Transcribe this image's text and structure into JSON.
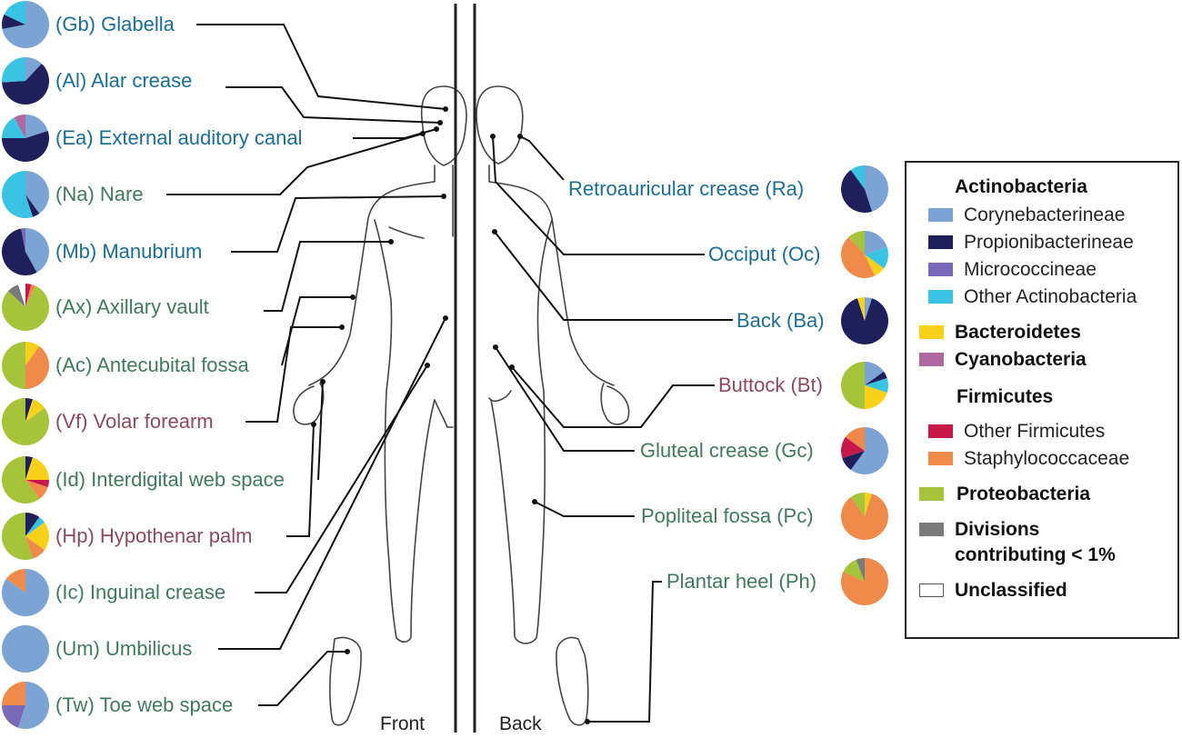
{
  "colors": {
    "coryne": "#7ba3d4",
    "propioni": "#1f1f5c",
    "micrococc": "#7a68b8",
    "otherActino": "#3ac3e3",
    "bacteroidetes": "#f9d11b",
    "cyanobacteria": "#b068a0",
    "otherFirmicutes": "#c8184a",
    "staph": "#f08a4b",
    "proteo": "#a5c43a",
    "minor": "#7a7a7a",
    "unclassified": "#ffffff"
  },
  "front_sites": [
    {
      "label": "(Gb) Glabella",
      "color": "blue",
      "pie": {
        "coryne": 0.72,
        "propioni": 0.1,
        "otherActino": 0.18
      }
    },
    {
      "label": "(Al) Alar crease",
      "color": "blue",
      "pie": {
        "propioni": 0.62,
        "coryne": 0.12,
        "otherActino": 0.26
      }
    },
    {
      "label": "(Ea) External auditory canal",
      "color": "blue",
      "pie": {
        "propioni": 0.55,
        "coryne": 0.2,
        "otherActino": 0.17,
        "cyanobacteria": 0.08
      }
    },
    {
      "label": "(Na) Nare",
      "color": "green",
      "pie": {
        "otherActino": 0.55,
        "coryne": 0.4,
        "propioni": 0.05
      }
    },
    {
      "label": "(Mb) Manubrium",
      "color": "blue",
      "pie": {
        "propioni": 0.55,
        "coryne": 0.42,
        "micrococc": 0.03
      }
    },
    {
      "label": "(Ax) Axillary vault",
      "color": "green",
      "pie": {
        "proteo": 0.8,
        "minor": 0.08,
        "unclassified": 0.05,
        "otherFirmicutes": 0.04,
        "staph": 0.03
      }
    },
    {
      "label": "(Ac) Antecubital fossa",
      "color": "green",
      "pie": {
        "staph": 0.4,
        "proteo": 0.5,
        "bacteroidetes": 0.1
      }
    },
    {
      "label": "(Vf) Volar forearm",
      "color": "mauve",
      "pie": {
        "proteo": 0.85,
        "bacteroidetes": 0.1,
        "propioni": 0.05
      }
    },
    {
      "label": "(Id) Interdigital web space",
      "color": "green",
      "pie": {
        "proteo": 0.6,
        "bacteroidetes": 0.2,
        "staph": 0.1,
        "otherFirmicutes": 0.05,
        "propioni": 0.05
      }
    },
    {
      "label": "(Hp) Hypothenar palm",
      "color": "mauve",
      "pie": {
        "proteo": 0.55,
        "bacteroidetes": 0.2,
        "staph": 0.1,
        "propioni": 0.1,
        "otherActino": 0.05
      }
    },
    {
      "label": "(Ic) Inguinal crease",
      "color": "green",
      "pie": {
        "coryne": 0.85,
        "staph": 0.15
      }
    },
    {
      "label": "(Um) Umbilicus",
      "color": "green",
      "pie": {
        "coryne": 1.0
      }
    },
    {
      "label": "(Tw) Toe web space",
      "color": "green",
      "pie": {
        "coryne": 0.55,
        "micrococc": 0.2,
        "staph": 0.25
      }
    }
  ],
  "back_sites": [
    {
      "label": "Retroauricular crease (Ra)",
      "color": "blue",
      "pie": {
        "coryne": 0.45,
        "propioni": 0.45,
        "otherActino": 0.1
      }
    },
    {
      "label": "Occiput (Oc)",
      "color": "blue",
      "pie": {
        "staph": 0.45,
        "coryne": 0.2,
        "otherActino": 0.15,
        "bacteroidetes": 0.08,
        "proteo": 0.12
      }
    },
    {
      "label": "Back (Ba)",
      "color": "blue",
      "pie": {
        "propioni": 0.9,
        "bacteroidetes": 0.05,
        "coryne": 0.05
      }
    },
    {
      "label": "Buttock (Bt)",
      "color": "mauve",
      "pie": {
        "proteo": 0.5,
        "bacteroidetes": 0.2,
        "coryne": 0.15,
        "otherActino": 0.1,
        "propioni": 0.05
      }
    },
    {
      "label": "Gluteal crease (Gc)",
      "color": "green",
      "pie": {
        "coryne": 0.6,
        "otherFirmicutes": 0.15,
        "propioni": 0.1,
        "staph": 0.15
      }
    },
    {
      "label": "Popliteal fossa (Pc)",
      "color": "green",
      "pie": {
        "staph": 0.85,
        "proteo": 0.1,
        "bacteroidetes": 0.05
      }
    },
    {
      "label": "Plantar heel (Ph)",
      "color": "green",
      "pie": {
        "staph": 0.82,
        "proteo": 0.12,
        "minor": 0.06
      }
    }
  ],
  "views": {
    "front": "Front",
    "back": "Back"
  },
  "legend": {
    "actino_header": "Actinobacteria",
    "coryne": "Corynebacterineae",
    "propioni": "Propionibacterineae",
    "micrococc": "Micrococcineae",
    "otherActino": "Other Actinobacteria",
    "bacteroidetes": "Bacteroidetes",
    "cyanobacteria": "Cyanobacteria",
    "firmicutes_header": "Firmicutes",
    "otherFirmicutes": "Other Firmicutes",
    "staph": "Staphylococcaceae",
    "proteo": "Proteobacteria",
    "minor_line1": "Divisions",
    "minor_line2": "contributing < 1%",
    "unclassified": "Unclassified"
  }
}
